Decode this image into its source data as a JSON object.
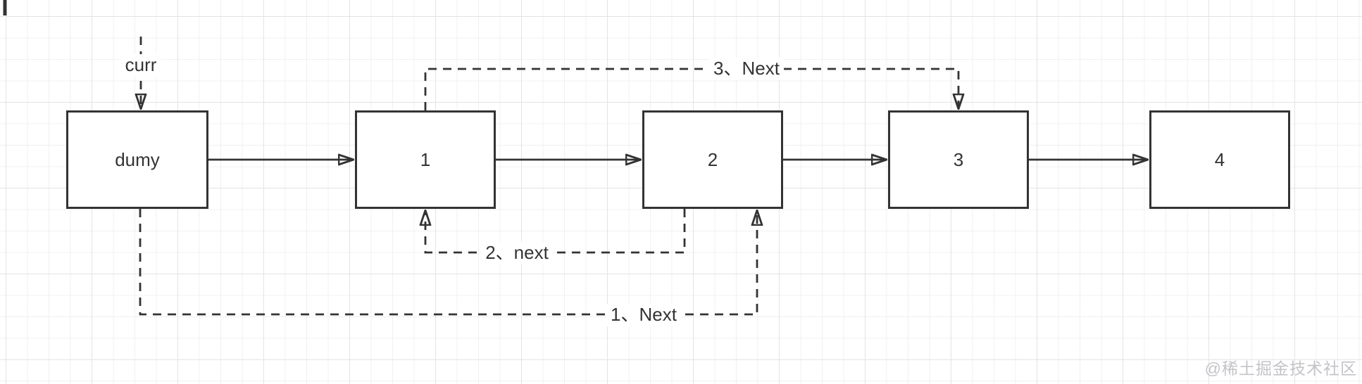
{
  "canvas": {
    "watermark": "@稀土掘金技术社区",
    "colors": {
      "background": "#ffffff",
      "stroke": "#333333",
      "grid_minor": "#f0f0f3",
      "grid_major": "#e3e3e7",
      "watermark": "#c4c4c8"
    }
  },
  "nodes": [
    {
      "id": "dumy",
      "label": "dumy"
    },
    {
      "id": "1",
      "label": "1"
    },
    {
      "id": "2",
      "label": "2"
    },
    {
      "id": "3",
      "label": "3"
    },
    {
      "id": "4",
      "label": "4"
    }
  ],
  "edges": {
    "solid": [
      {
        "from": "dumy",
        "to": "1"
      },
      {
        "from": "1",
        "to": "2"
      },
      {
        "from": "2",
        "to": "3"
      },
      {
        "from": "3",
        "to": "4"
      }
    ],
    "dashed": [
      {
        "label": "curr",
        "from": "above",
        "to": "dumy-top"
      },
      {
        "label": "1、Next",
        "from": "dumy-bottom",
        "to": "2-bottom"
      },
      {
        "label": "2、next",
        "from": "2-bottom",
        "to": "1-bottom"
      },
      {
        "label": "3、Next",
        "from": "1-top",
        "to": "3-top"
      }
    ]
  }
}
